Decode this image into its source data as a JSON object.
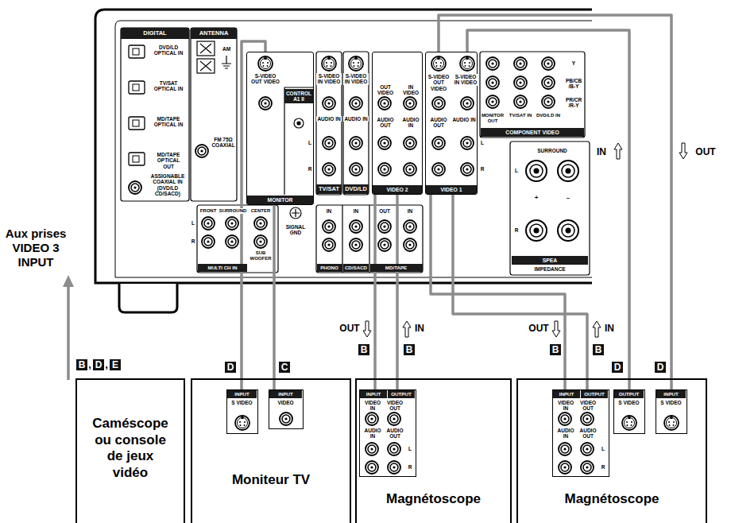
{
  "diagram": {
    "nodes": [
      {
        "text": [
          "S-VIDEO OUT VIDEO",
          "MONITOR"
        ]
      },
      {
        "text": [
          "OUT VIDEO",
          "IN VIDEO",
          "AUDIO OUT",
          "AUDIO IN",
          "VIDEO 2"
        ]
      },
      {
        "text": [
          "S-VIDEO OUT VIDEO",
          "S-VIDEO IN VIDEO",
          "AUDIO OUT",
          "AUDIO IN",
          "VIDEO 1"
        ]
      },
      {
        "text": [
          "Caméscope ou console de jeux vidéo"
        ]
      },
      {
        "text": [
          "Moniteur TV"
        ]
      },
      {
        "text": [
          "INPUT",
          "S VIDEO"
        ],
        "in": 4
      },
      {
        "text": [
          "INPUT",
          "VIDEO"
        ],
        "in": 4
      },
      {
        "text": [
          "Magnétoscope"
        ]
      },
      {
        "text": [
          "INPUT",
          "OUTPUT",
          "VIDEO IN",
          "AUDIO IN",
          "VIDEO OUT",
          "AUDIO OUT",
          "L",
          "R"
        ],
        "in": 7
      },
      {
        "text": [
          "Magnétoscope"
        ]
      },
      {
        "text": [
          "INPUT",
          "OUTPUT",
          "VIDEO IN",
          "AUDIO IN",
          "VIDEO OUT",
          "AUDIO OUT",
          "L",
          "R"
        ],
        "in": 9
      },
      {
        "text": [
          "OUTPUT",
          "S VIDEO"
        ],
        "in": 9
      },
      {
        "text": [
          "INPUT",
          "S VIDEO"
        ],
        "in": 9
      }
    ],
    "edges": [
      {
        "from": 0,
        "to": 5,
        "arrow": "none"
      },
      {
        "from": 0,
        "to": 6,
        "arrow": "none"
      },
      {
        "from": 1,
        "to": 8,
        "arrow": "none"
      },
      {
        "from": 8,
        "to": 1,
        "arrow": "none"
      },
      {
        "from": 2,
        "to": 10,
        "arrow": "none"
      },
      {
        "from": 10,
        "to": 2,
        "arrow": "none"
      },
      {
        "from": 2,
        "to": 12,
        "arrow": "none"
      },
      {
        "from": 11,
        "to": 2,
        "arrow": "none"
      }
    ],
    "labels": [
      "DIGITAL",
      "ANTENNA",
      "DVD/LD OPTICAL IN",
      "TV/SAT OPTICAL IN",
      "MD/TAPE OPTICAL IN",
      "MD/TAPE OPTICAL OUT",
      "ASSIGNABLE COAXIAL IN (DVD/LD CD/SACD)",
      "AM",
      "FM 75Ω COAXIAL",
      "CONTROL A1 II",
      "S-VIDEO IN VIDEO",
      "AUDIO IN",
      "TV/SAT",
      "S-VIDEO IN VIDEO",
      "AUDIO IN",
      "DVD/LD",
      "L",
      "R",
      "L",
      "R",
      "Y",
      "PB/CB /B-Y",
      "PR/CR /R-Y",
      "MONITOR OUT",
      "TV/SAT IN",
      "DVD/LD IN",
      "COMPONENT VIDEO",
      "SURROUND",
      "L",
      "+",
      "–",
      "R",
      "SPEA",
      "IMPEDANCE",
      "FRONT",
      "SURROUND",
      "CENTER",
      "L",
      "R",
      "SUB WOOFER",
      "MULTI CH IN",
      "SIGNAL GND",
      "IN",
      "IN",
      "OUT",
      "IN",
      "PHONO",
      "CD/SACD",
      "MD/TAPE",
      "Aux prises VIDEO 3 INPUT",
      "B",
      ",",
      "D",
      ",",
      "E",
      "D",
      "C",
      "OUT",
      "B",
      "IN",
      "B",
      "OUT",
      "B",
      "IN",
      "B",
      "D",
      "D",
      "IN",
      "OUT"
    ]
  }
}
